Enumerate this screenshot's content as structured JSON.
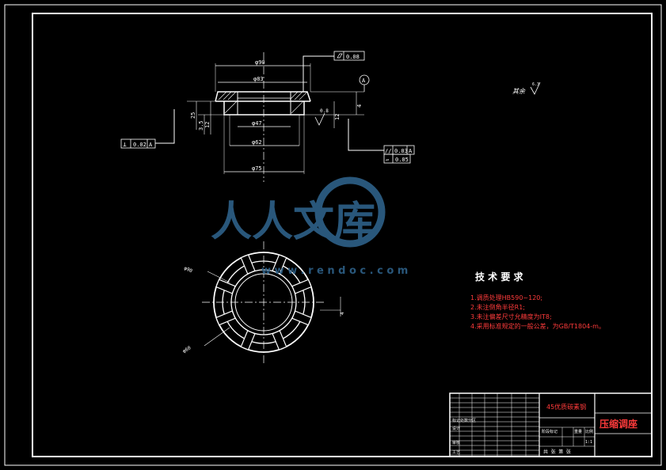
{
  "drawing": {
    "dims_front": {
      "d_top": "φ90",
      "d_mid": "φ83",
      "d_bore_small": "φ47",
      "d_bore_mid": "φ62",
      "d_base": "φ75",
      "h_left_1": "25",
      "h_left_2": "3.5",
      "h_left_3": "12",
      "h_right_1": "12",
      "h_right_2": "4",
      "ra": "0.8"
    },
    "gdt": {
      "flatness_top": "0.08",
      "perp_left_sym": "⊥",
      "perp_left_val": "0.02",
      "perp_left_ref": "A",
      "parallel_sym": "//",
      "parallel_val": "0.03",
      "parallel_ref": "A",
      "flatness_sym": "▱",
      "flatness_val": "0.05",
      "datum": "A"
    },
    "dims_top": {
      "d_outer": "φ90",
      "d_inner": "φ60",
      "slot": "4"
    },
    "surface_note": {
      "label": "其余",
      "value": "6.3"
    }
  },
  "tech_requirements": {
    "title": "技 术 要 求",
    "items": [
      "1.调质处理HB590~120;",
      "2.未注倒角半径R1;",
      "3.未注偏差尺寸允精度为IT8;",
      "4.采用标准规定的一般公差，为GB/T1804-m。"
    ]
  },
  "title_block": {
    "material": "45优质碳素钢",
    "part_name": "压缩调座",
    "row_labels": [
      "标记处数分区",
      "设计",
      "审核",
      "工艺"
    ],
    "mid_labels": [
      "阶段标记",
      "重量",
      "比例"
    ],
    "scale": "1:1",
    "bottom": "共 张  第 张"
  },
  "watermark": {
    "text": "人人文库",
    "url": "w w w . r e n d o c . c o m"
  }
}
